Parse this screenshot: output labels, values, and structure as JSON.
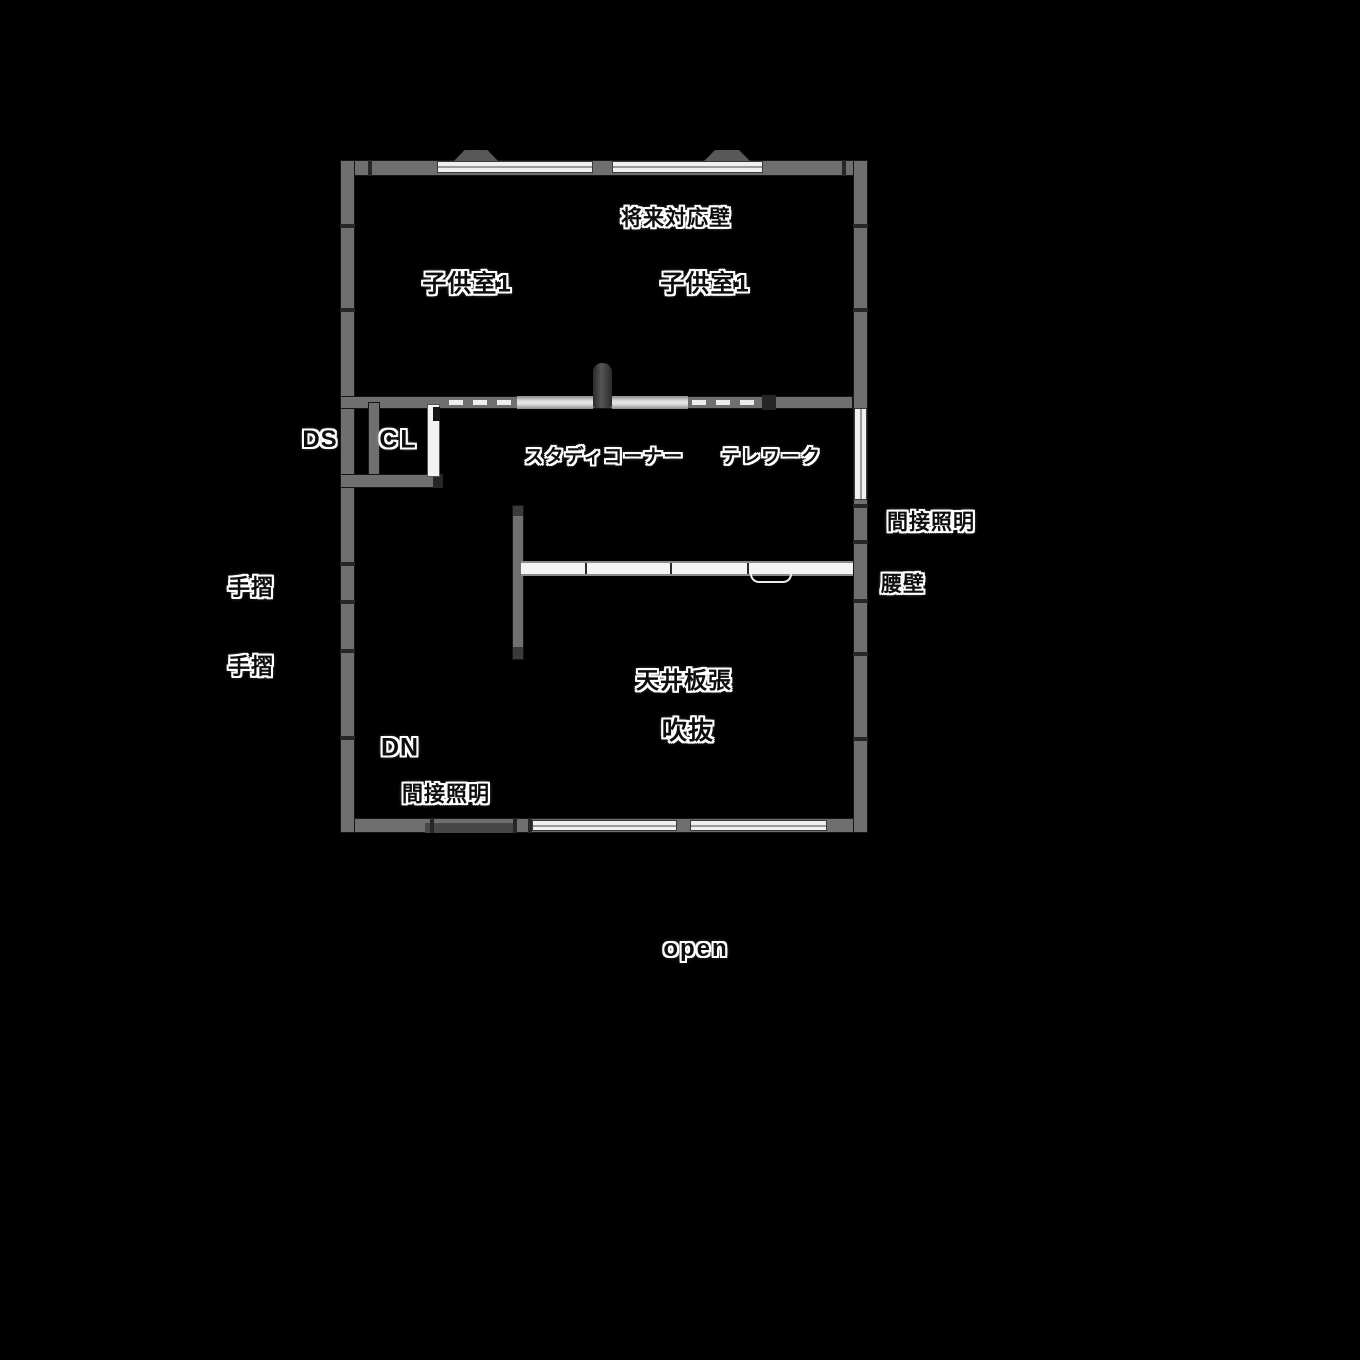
{
  "labels": {
    "future_wall": "将来対応壁",
    "child_room_left": "子供室1",
    "child_room_right": "子供室1",
    "duct_space": "DS",
    "closet": "CL",
    "study_corner": "スタディコーナー",
    "telework": "テレワーク",
    "indirect_lighting_right": "間接照明",
    "waist_wall": "腰壁",
    "handrail_upper": "手摺",
    "handrail_lower": "手摺",
    "ceiling_board": "天井板張",
    "void": "吹抜",
    "stairs_down": "DN",
    "indirect_lighting_bottom": "間接照明",
    "open": "open"
  },
  "colors": {
    "background": "#000000",
    "wall-fill": "#6f6f6f",
    "wall-edge": "#161616",
    "joint": "#262626",
    "window-fill": "#f0f0f0",
    "window-line": "#9a9a9a",
    "opening-fill": "#e2e2e2",
    "waist-band": "#f4f4f4",
    "post-fill": "#3c3c3c",
    "text": "#0d0d0d",
    "halo": "#ffffff"
  }
}
